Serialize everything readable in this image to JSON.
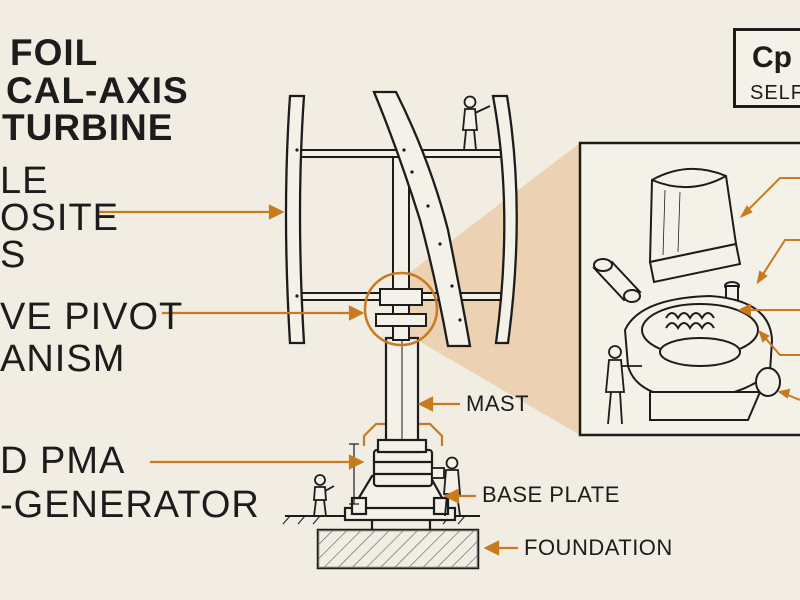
{
  "title_lines": [
    "FOIL",
    "CAL-AXIS",
    "TURBINE"
  ],
  "callouts": {
    "blades": [
      "LE",
      "OSITE",
      "S"
    ],
    "pivot": [
      "VE PIVOT",
      "ANISM"
    ],
    "generator": [
      "D PMA",
      "-GENERATOR"
    ]
  },
  "right_labels": {
    "mast": "MAST",
    "base_plate": "BASE PLATE",
    "foundation": "FOUNDATION"
  },
  "cp_box": {
    "symbol": "Cp",
    "caption": "SELF"
  },
  "colors": {
    "background": "#f1ede3",
    "ink": "#1c1c1c",
    "accent": "#c77a1e",
    "highlight": "#e8b98a"
  }
}
